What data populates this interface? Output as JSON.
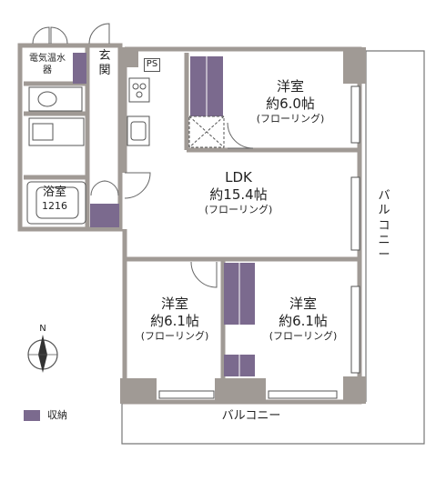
{
  "rooms": {
    "western_top": {
      "name": "洋室",
      "size": "約6.0帖",
      "floor": "(フローリング)"
    },
    "ldk": {
      "name": "LDK",
      "size": "約15.4帖",
      "floor": "(フローリング)"
    },
    "western_left": {
      "name": "洋室",
      "size": "約6.1帖",
      "floor": "(フローリング)"
    },
    "western_right": {
      "name": "洋室",
      "size": "約6.1帖",
      "floor": "(フローリング)"
    },
    "entrance": "玄関",
    "bath": {
      "name": "浴室",
      "size": "1216"
    },
    "water_heater": "電気温水器"
  },
  "labels": {
    "balcony_bottom": "バルコニー",
    "balcony_right": "バルコニー",
    "ps": "PS",
    "north": "N"
  },
  "legend": {
    "label": "収納",
    "color": "#7b6a8e"
  },
  "colors": {
    "wall": "#a09a95",
    "storage": "#7b6a8e",
    "line": "#555555"
  }
}
